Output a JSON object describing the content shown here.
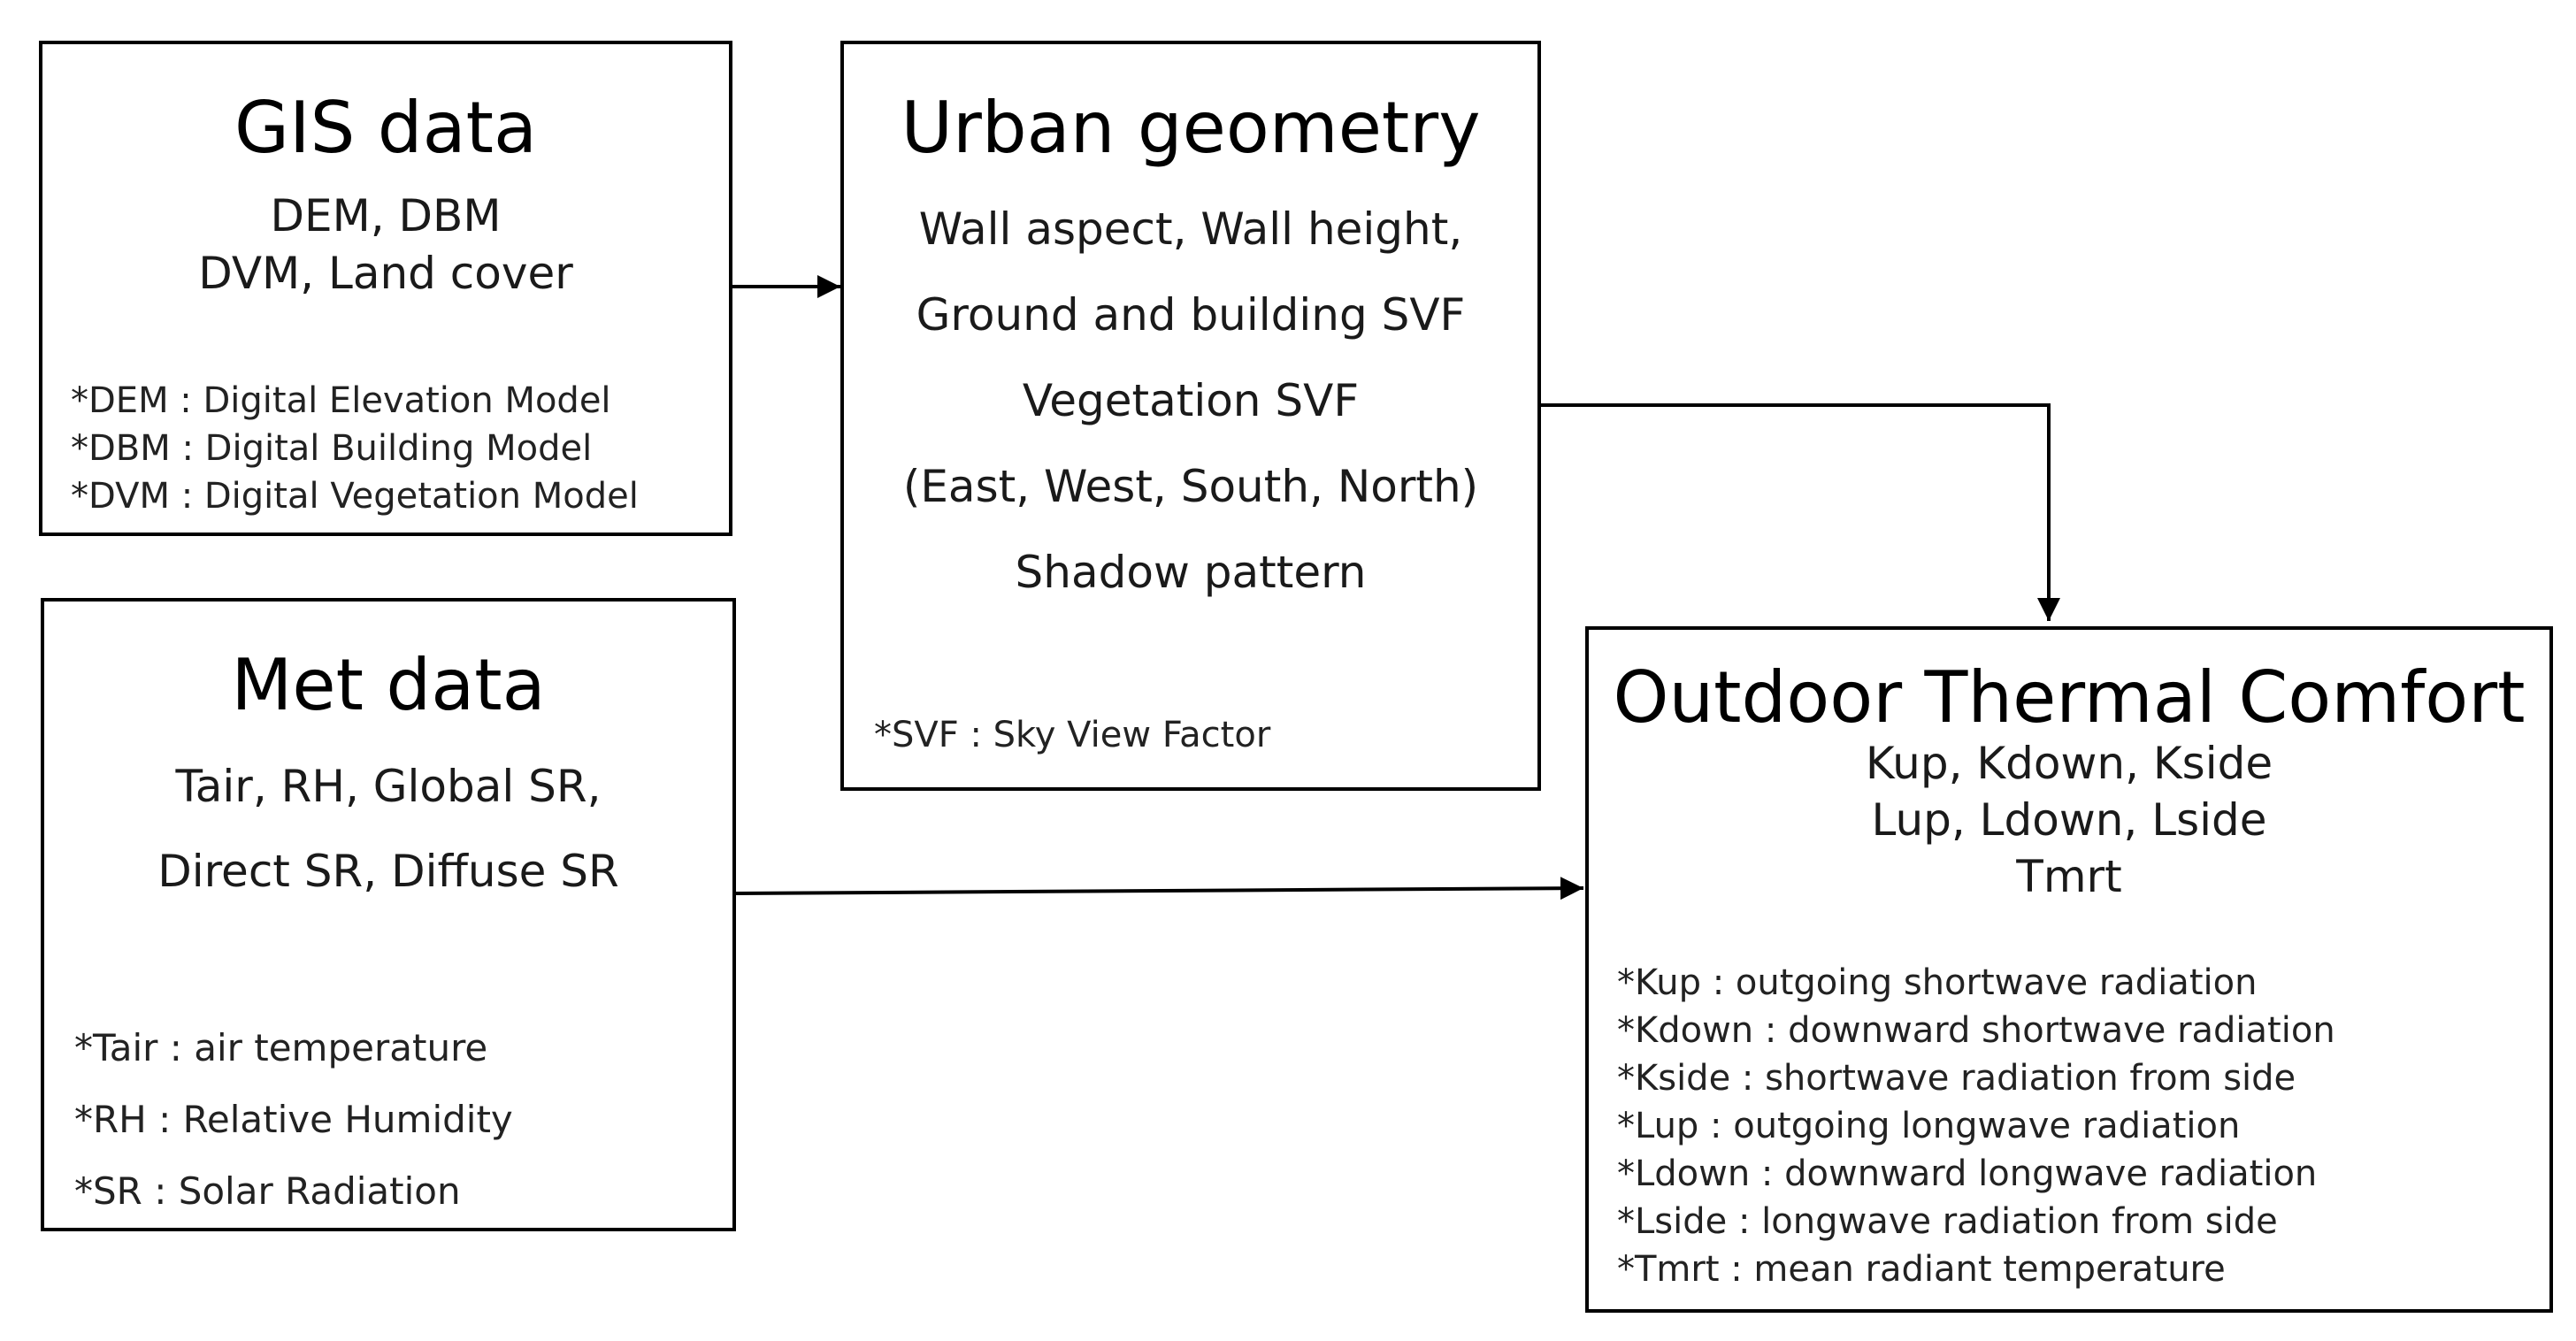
{
  "gis": {
    "title": "GIS data",
    "lines": [
      "DEM, DBM",
      "DVM, Land cover"
    ],
    "notes": [
      "*DEM : Digital Elevation Model",
      "*DBM : Digital Building Model",
      "*DVM : Digital Vegetation Model"
    ]
  },
  "urban": {
    "title": "Urban geometry",
    "lines": [
      "Wall aspect, Wall height,",
      "Ground and building SVF",
      "Vegetation SVF",
      "(East, West, South, North)",
      "Shadow pattern"
    ],
    "notes": [
      "*SVF : Sky View Factor"
    ]
  },
  "met": {
    "title": "Met data",
    "lines": [
      "Tair, RH, Global SR,",
      "Direct SR, Diffuse SR"
    ],
    "notes": [
      "*Tair : air temperature",
      "*RH : Relative Humidity",
      "*SR : Solar Radiation"
    ]
  },
  "otc": {
    "title": "Outdoor Thermal Comfort",
    "lines": [
      "Kup, Kdown, Kside",
      "Lup, Ldown, Lside",
      "Tmrt"
    ],
    "notes": [
      "*Kup : outgoing shortwave radiation",
      "*Kdown : downward shortwave radiation",
      "*Kside : shortwave radiation from side",
      "*Lup : outgoing longwave radiation",
      "*Ldown : downward longwave radiation",
      "*Lside : longwave radiation from side",
      "*Tmrt : mean radiant temperature"
    ]
  }
}
